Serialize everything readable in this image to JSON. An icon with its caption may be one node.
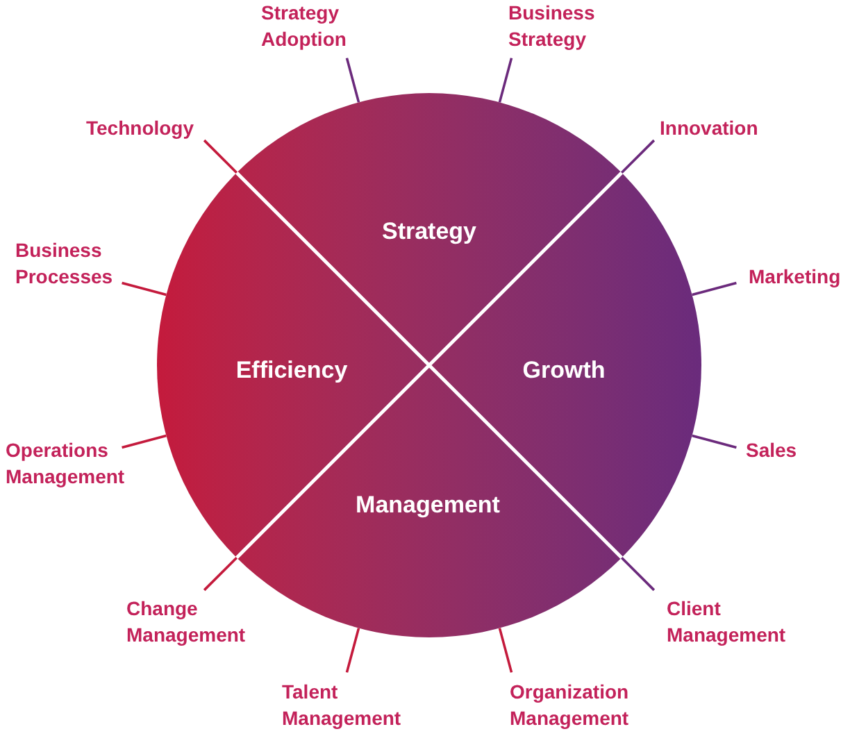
{
  "diagram": {
    "nodes": [
      {
        "text": [],
        "shape": "circle"
      },
      {
        "text": [
          "Strategy"
        ],
        "in": 0
      },
      {
        "text": [
          "Efficiency"
        ],
        "in": 0
      },
      {
        "text": [
          "Growth"
        ],
        "in": 0
      },
      {
        "text": [
          "Management"
        ],
        "in": 0
      },
      {
        "text": [
          "Strategy Adoption"
        ]
      },
      {
        "text": [
          "Business Strategy"
        ]
      },
      {
        "text": [
          "Technology"
        ]
      },
      {
        "text": [
          "Innovation"
        ]
      },
      {
        "text": [
          "Business Processes"
        ]
      },
      {
        "text": [
          "Marketing"
        ]
      },
      {
        "text": [
          "Operations Management"
        ]
      },
      {
        "text": [
          "Sales"
        ]
      },
      {
        "text": [
          "Change Management"
        ]
      },
      {
        "text": [
          "Client Management"
        ]
      },
      {
        "text": [
          "Talent Management"
        ]
      },
      {
        "text": [
          "Organization Management"
        ]
      }
    ],
    "edges": [
      {
        "from": 5,
        "to": 0,
        "arrow": "none",
        "color": "#6b2a7c"
      },
      {
        "from": 6,
        "to": 0,
        "arrow": "none",
        "color": "#6b2a7c"
      },
      {
        "from": 7,
        "to": 0,
        "arrow": "none"
      },
      {
        "from": 8,
        "to": 0,
        "arrow": "none",
        "color": "#6b2a7c"
      },
      {
        "from": 9,
        "to": 0,
        "arrow": "none"
      },
      {
        "from": 10,
        "to": 0,
        "arrow": "none",
        "color": "#6b2a7c"
      },
      {
        "from": 11,
        "to": 0,
        "arrow": "none"
      },
      {
        "from": 12,
        "to": 0,
        "arrow": "none",
        "color": "#6b2a7c"
      },
      {
        "from": 13,
        "to": 0,
        "arrow": "none"
      },
      {
        "from": 14,
        "to": 0,
        "arrow": "none",
        "color": "#6b2a7c"
      },
      {
        "from": 15,
        "to": 0,
        "arrow": "none"
      },
      {
        "from": 16,
        "to": 0,
        "arrow": "none"
      }
    ]
  }
}
